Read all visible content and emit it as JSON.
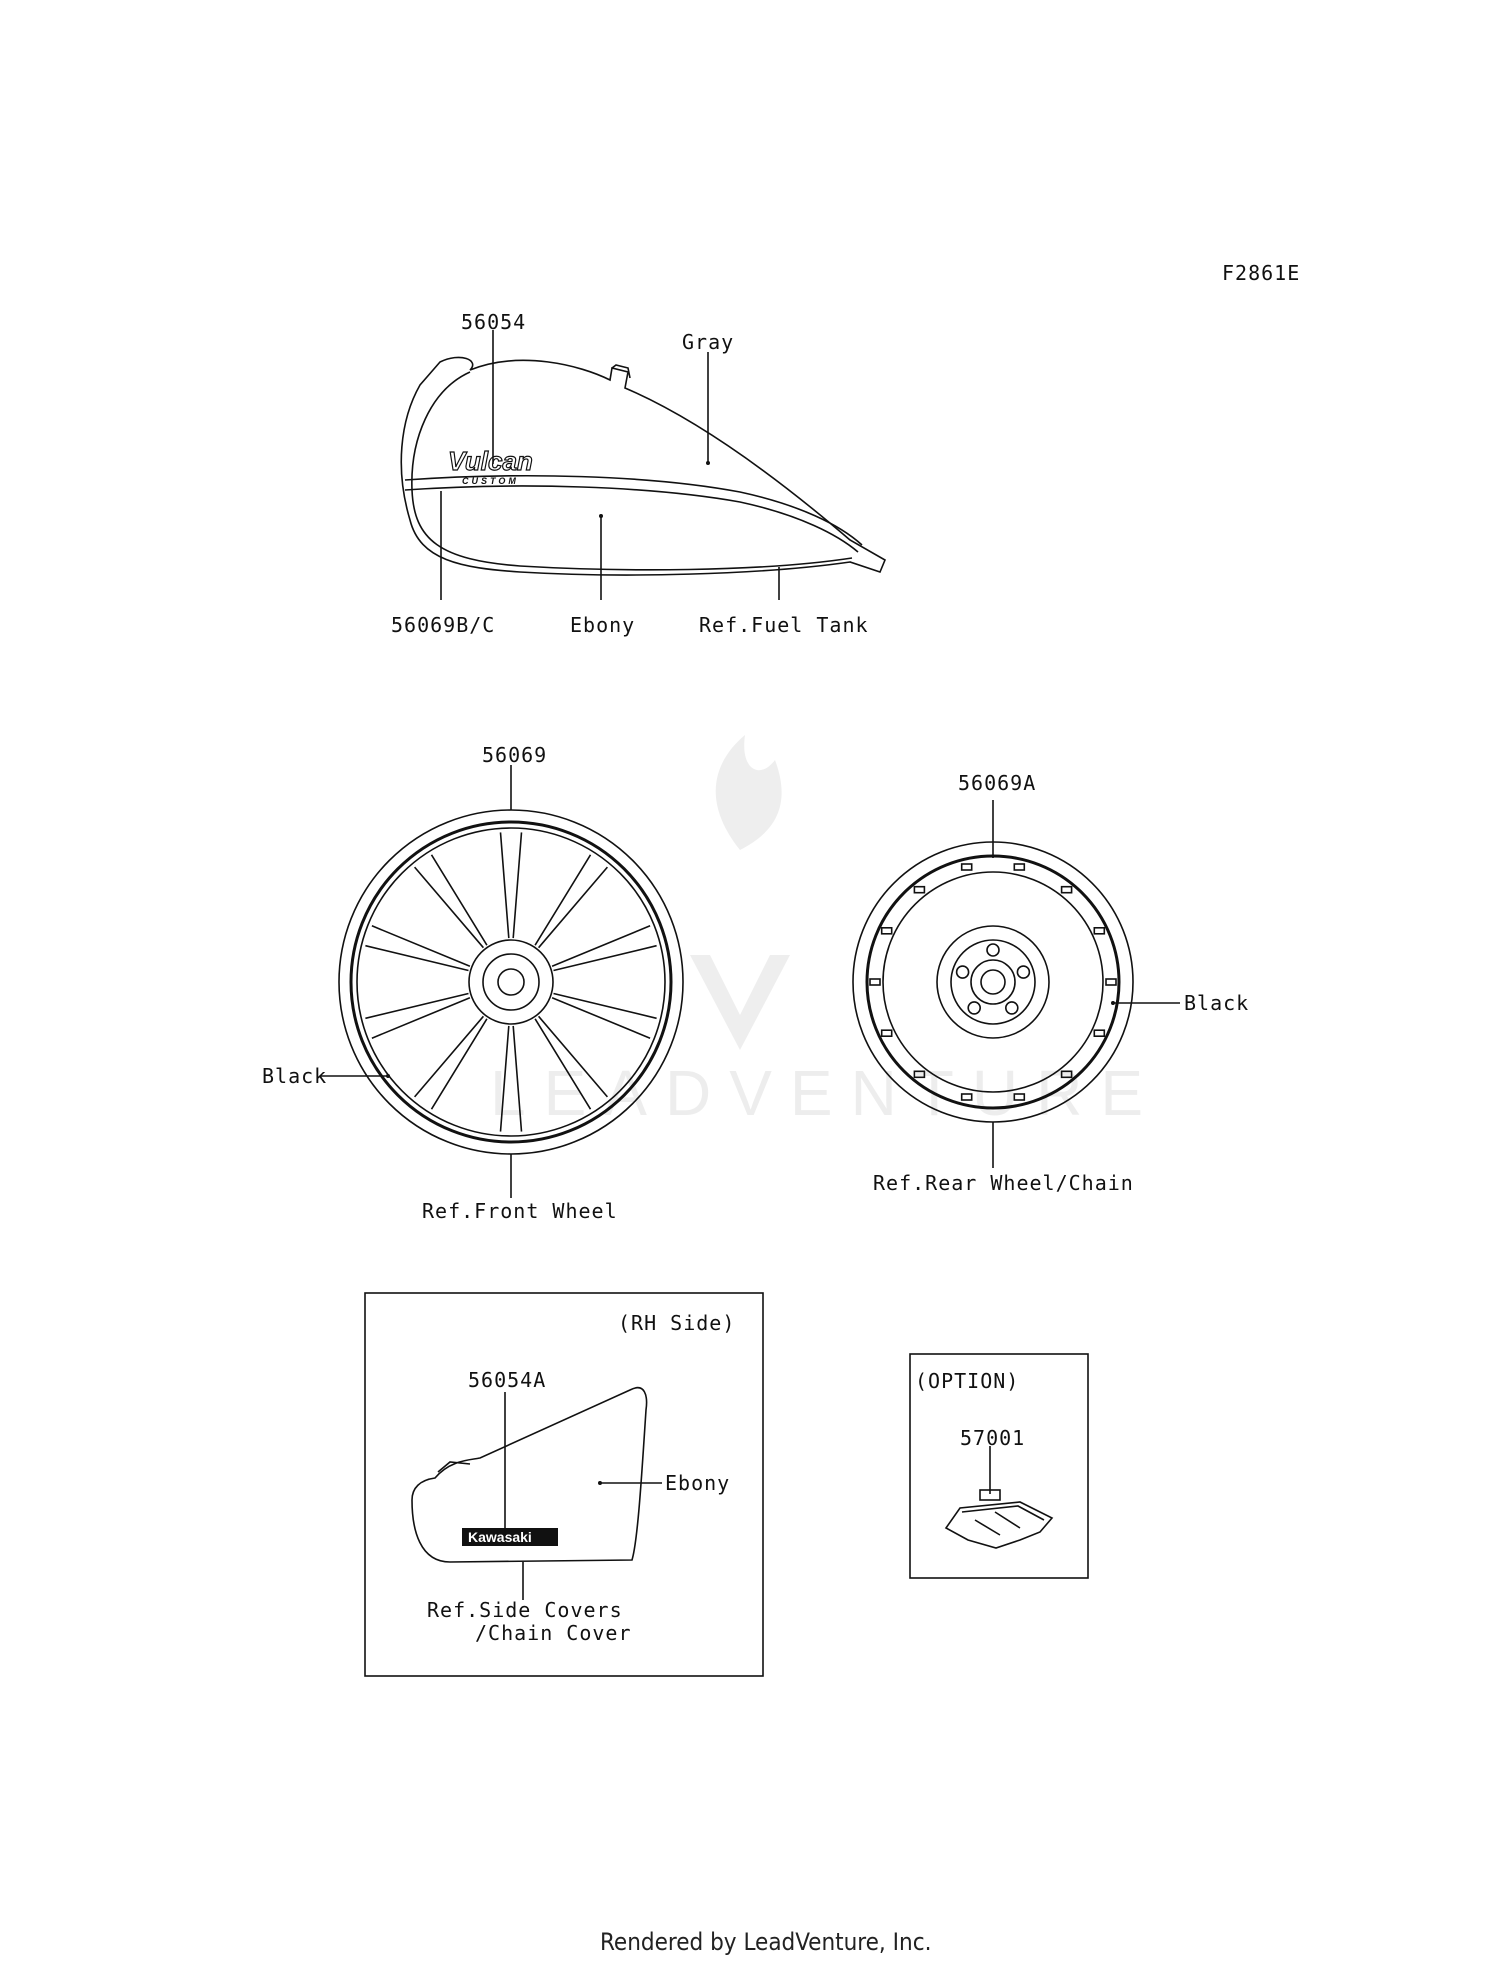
{
  "figure_code": "F2861E",
  "tank": {
    "part_top": "56054",
    "color_top": "Gray",
    "part_stripe": "56069B/C",
    "color_lower": "Ebony",
    "ref": "Ref.Fuel Tank",
    "logo_text": "Vulcan",
    "logo_sub": "CUSTOM"
  },
  "front_wheel": {
    "part": "56069",
    "color": "Black",
    "ref": "Ref.Front Wheel"
  },
  "rear_wheel": {
    "part": "56069A",
    "color": "Black",
    "ref": "Ref.Rear Wheel/Chain"
  },
  "side_cover": {
    "box_title": "(RH Side)",
    "part": "56054A",
    "color": "Ebony",
    "ref_line1": "Ref.Side Covers",
    "ref_line2": "/Chain Cover",
    "logo_text": "Kawasaki"
  },
  "option": {
    "box_title": "(OPTION)",
    "part": "57001"
  },
  "footer": "Rendered by LeadVenture, Inc."
}
